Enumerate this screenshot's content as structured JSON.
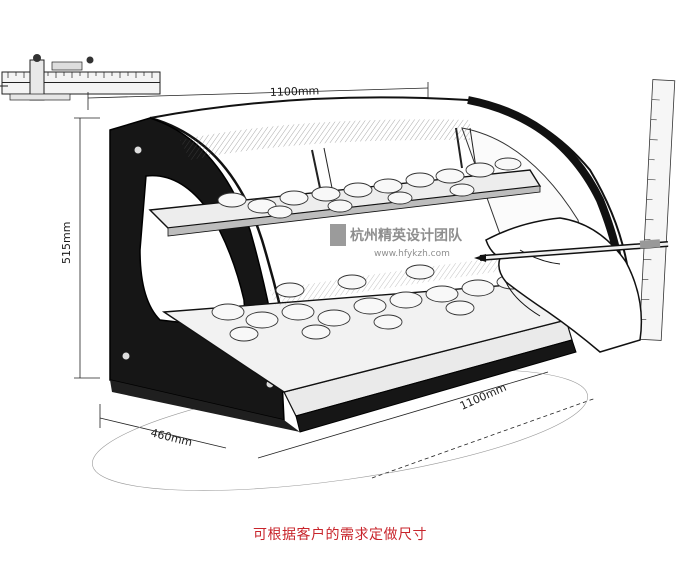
{
  "dimensions": {
    "width": "1100mm",
    "height": "515mm",
    "depth": "460mm",
    "front_length": "1100mm"
  },
  "watermark": {
    "brand": "杭州精英设计团队",
    "url": "www.hfykzh.com"
  },
  "caption": "可根据客户的需求定做尺寸",
  "colors": {
    "caption": "#c8242b",
    "line": "#111111",
    "watermark": "#7b7b7b"
  }
}
